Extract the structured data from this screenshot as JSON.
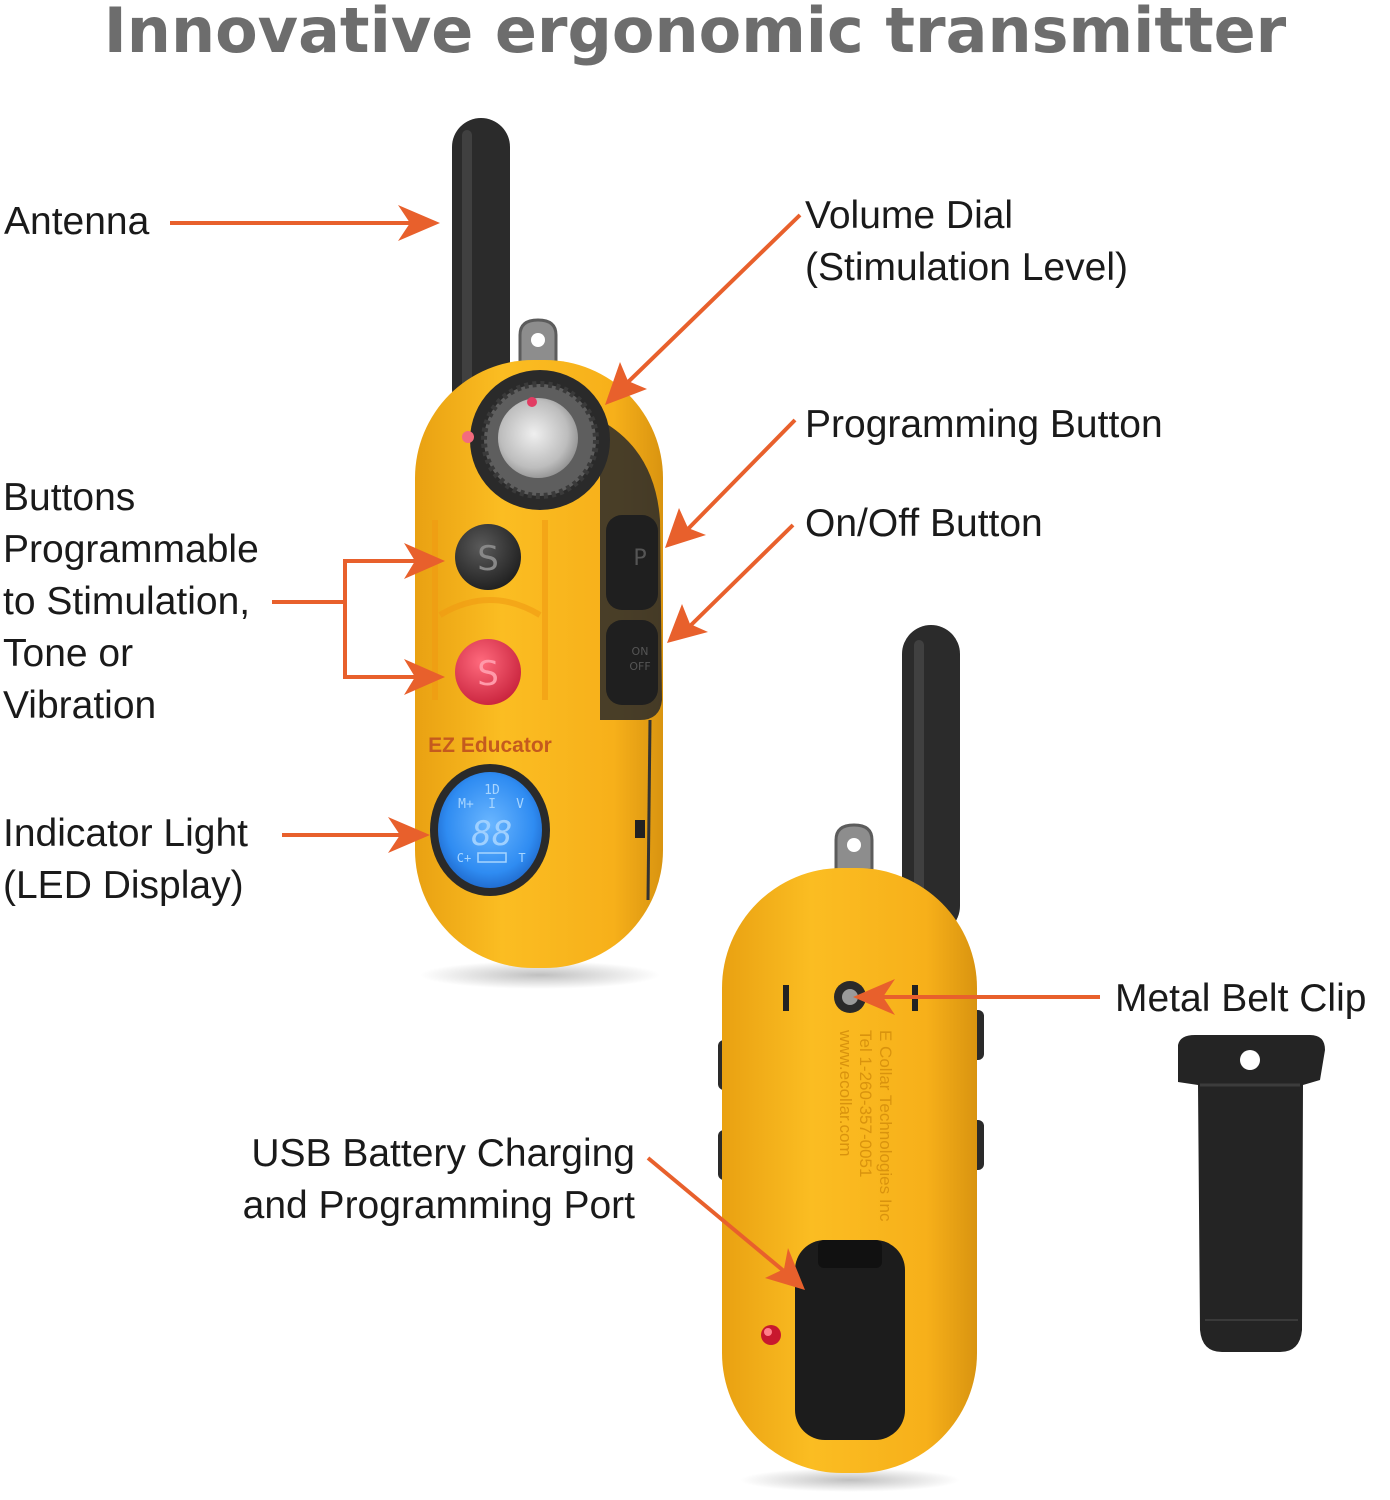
{
  "title": "Innovative ergonomic transmitter",
  "colors": {
    "arrow": "#e8602c",
    "body": "#f8b31a",
    "title": "#6d6d6d"
  },
  "labels": {
    "antenna": "Antenna",
    "volume_dial_1": "Volume Dial",
    "volume_dial_2": "(Stimulation Level)",
    "programming_button": "Programming Button",
    "on_off_button": "On/Off Button",
    "buttons_1": "Buttons",
    "buttons_2": "Programmable",
    "buttons_3": "to Stimulation,",
    "buttons_4": "Tone or",
    "buttons_5": "Vibration",
    "indicator_1": "Indicator Light",
    "indicator_2": "(LED Display)",
    "belt_clip": "Metal Belt Clip",
    "usb_1": "USB Battery Charging",
    "usb_2": "and Programming Port"
  },
  "device": {
    "brand": "EZ Educator",
    "button_letter": "S",
    "prog_letter": "P",
    "onoff_top": "ON",
    "onoff_bottom": "OFF",
    "lcd_top": "1D",
    "lcd_mode_left": "M+",
    "lcd_mode_mid": "I",
    "lcd_mode_right": "V",
    "lcd_digits": "88",
    "lcd_bottom_left": "C+",
    "lcd_bottom_right": "T",
    "back_text_1": "E Collar Technologies Inc",
    "back_text_2": "Tel 1-260-357-0051",
    "back_text_3": "www.ecollar.com"
  }
}
